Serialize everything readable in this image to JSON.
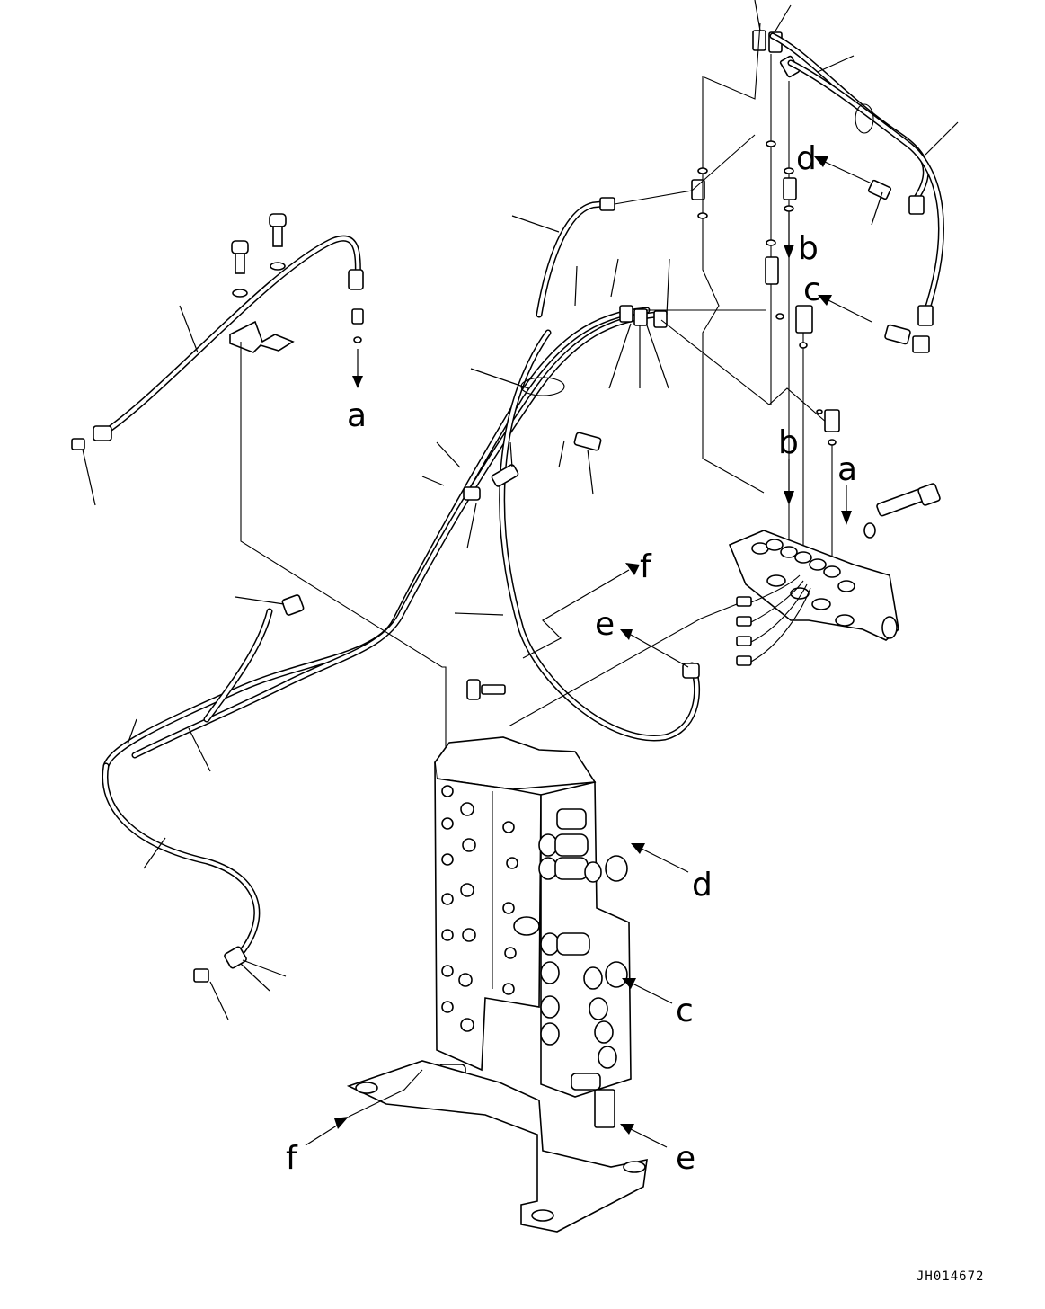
{
  "callouts": {
    "a_top": "a",
    "a_right": "a",
    "b_top": "b",
    "b_right": "b",
    "c_top": "c",
    "c_valve": "c",
    "d_top": "d",
    "d_valve": "d",
    "e_hose": "e",
    "e_base": "e",
    "f_hose": "f",
    "f_base": "f"
  },
  "drawing_number": "JH014672"
}
